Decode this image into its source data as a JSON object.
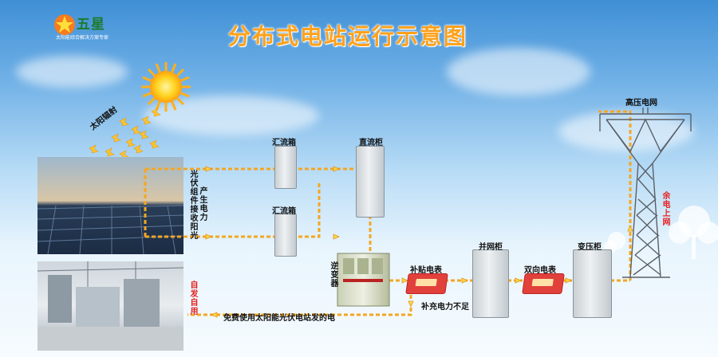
{
  "logo": {
    "name": "五星",
    "tagline": "太阳能综合解决方案专家"
  },
  "title": "分布式电站运行示意图",
  "labels": {
    "solar_radiation": "太阳辐射",
    "pv_absorb": "光伏组件接收阳光",
    "generate": "产生电力",
    "combiner_box_1": "汇流箱",
    "combiner_box_2": "汇流箱",
    "dc_cabinet": "直流柜",
    "inverter": "逆变器",
    "subsidy_meter": "补贴电表",
    "grid_cabinet": "并网柜",
    "bidirectional_meter": "双向电表",
    "transformer_cabinet": "变压柜",
    "high_voltage_grid": "高压电网",
    "surplus_to_grid": "余电上网",
    "self_use": "自发自用",
    "supplement": "补充电力不足",
    "free_use": "免费使用太阳能光伏电站发的电"
  },
  "colors": {
    "flow": "#f5a623",
    "title": "#ffa11a",
    "accent_red": "#e52020",
    "logo_green": "#1c7a2c"
  }
}
